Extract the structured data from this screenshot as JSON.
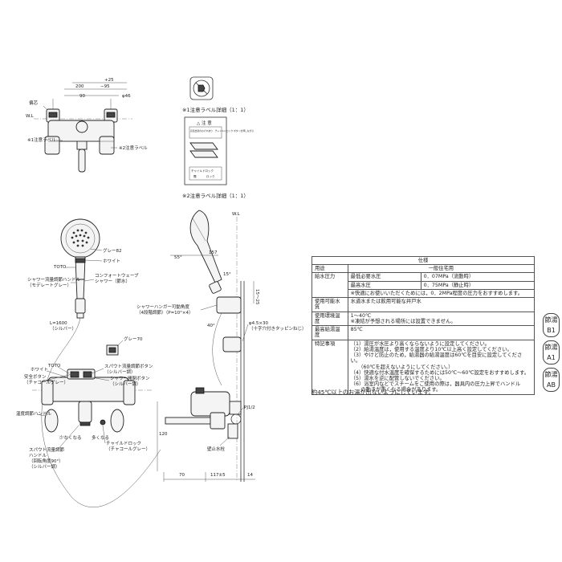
{
  "top_view": {
    "dims": [
      "+25",
      "200",
      "−95",
      "90",
      "φ46"
    ],
    "labels": {
      "wl": "W.L",
      "eccentric": "偏芯",
      "caution_label_1": "※1注意ラベル",
      "caution_label_2": "※2注意ラベル"
    }
  },
  "caution_labels": {
    "caption_1": "※1注意ラベル詳細（1：1）",
    "caption_2": "※2注意ラベル詳細（1：1）",
    "label2_head": "△ 注 意",
    "label2_text": "高温出湯のおそれあり　チャイルドロック ボタンを押しながら",
    "label2_lock": "チャイルドロック",
    "label2_lock_open": "開",
    "label2_lock_closed": "ロック"
  },
  "showerhead": {
    "labels": {
      "grey82": "グレー82",
      "white": "ホワイト",
      "toto": "TOTO",
      "flow_handle": "シャワー流量調節ハンドル",
      "flow_handle_sub": "（モデレートグレー）",
      "comfort_wave": "コンフォートウェーブ",
      "comfort_wave_sub": "シャワー（節水）",
      "hose_len": "L=1600",
      "hose_color": "（シルバー）"
    }
  },
  "faucet_front": {
    "grey70": "グレー70",
    "labels": {
      "toto": "TOTO",
      "white": "ホワイト",
      "safety_button": "安全ボタン",
      "safety_button_sub": "（チャコールグレー）",
      "temp_handle": "温度調節ハンドル",
      "spout_flow_button": "スパウト流量調節ボタン",
      "spout_flow_button_sub": "（シルバー調）",
      "shower_button": "シャワー開閉ボタン",
      "shower_button_sub": "（シルバー調）",
      "less": "少なくなる",
      "more": "多くなる",
      "child_lock": "チャイルドロック",
      "child_lock_sub": "（チャコールグレー）",
      "spout_handle_1": "スパウト流量調節",
      "spout_handle_2": "ハンドル",
      "spout_handle_3": "（回転角度90°）",
      "spout_handle_4": "（シルバー調）"
    }
  },
  "side_view": {
    "labels": {
      "wl": "W.L",
      "angle55": "55°",
      "dim157": "157",
      "angle15": "15°",
      "dim15_25": "15～25",
      "angle40": "40°",
      "hanger_1": "シャワーハンガー可動角度",
      "hanger_2": "（4段階調節）（P=10°×4）",
      "screw_1": "φ4.5×30",
      "screw_2": "（十字穴付きタッピンねじ）",
      "pj": "PJ1/2",
      "dim120": "120",
      "wall_fitting": "壁止水栓",
      "dim70": "70",
      "dim117": "117±5",
      "dim14": "14"
    }
  },
  "spec_table": {
    "title": "仕様",
    "rows": {
      "use_k": "用途",
      "use_v": "一般住宅用",
      "pressure_k": "給水圧力",
      "min_k": "最低必要水圧",
      "min_v": "0．07MPa（流動時）",
      "max_k": "最高水圧",
      "max_v": "0．75MPa（静止時）",
      "pressure_note": "※快適にお使いいただくためには，0．2MPa程度の圧力をおすすめします。",
      "water_k": "使用可能水質",
      "water_v": "水道水または飲用可能な井戸水",
      "env_k": "使用環境温度",
      "env_v": "1～40℃",
      "env_note": "※凍結が予想される場所には設置できません。",
      "hot_k": "最高給湯温度",
      "hot_v": "85℃",
      "notes_k": "特記事項"
    },
    "notes": [
      "（1）湯圧が水圧より高くならないように設定してください。",
      "（2）給湯温度は，使用する温度より10℃以上高く設定してください。",
      "（3）やけど防止のため，給湯器の給湯温度は60℃を目安に設定してください。",
      "　　（60℃を超えないようにしてください。）",
      "（4）快適な付水温度を確保するためには50℃～60℃設定をおすすめします。",
      "（5）湯水を逆に配管しないでください。",
      "（6）浴室内などでスチームをご使用の際は，器具内の圧力上昇でハンドル",
      "　　の動きが重くなる場合があります。"
    ]
  },
  "footnote": "約45℃以上のお湯が出ないようにしています。",
  "badges": [
    {
      "top": "節湯",
      "bottom": "B1"
    },
    {
      "top": "節湯",
      "bottom": "A1"
    },
    {
      "top": "節湯",
      "bottom": "AB"
    }
  ]
}
